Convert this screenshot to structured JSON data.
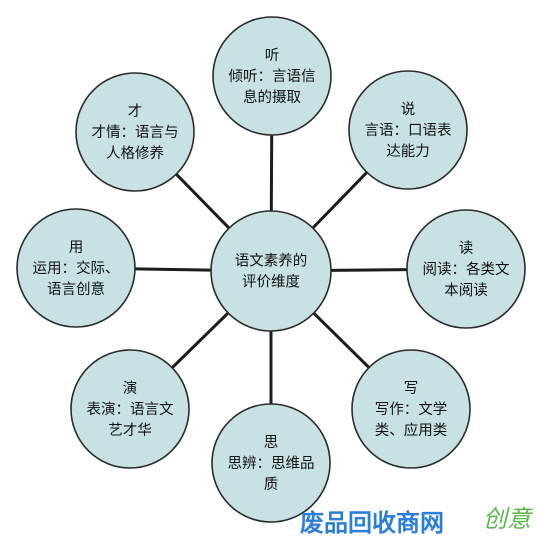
{
  "diagram": {
    "center": {
      "lines": [
        "语文素养的",
        "评价维度"
      ]
    },
    "nodes": [
      {
        "id": "ting",
        "lines": [
          "听",
          "倾听：言语信",
          "息的摄取"
        ]
      },
      {
        "id": "shuo",
        "lines": [
          "说",
          "言语：口语表",
          "达能力"
        ]
      },
      {
        "id": "du",
        "lines": [
          "读",
          "阅读：各类文",
          "本阅读"
        ]
      },
      {
        "id": "xie",
        "lines": [
          "写",
          "写作：文学",
          "类、应用类"
        ]
      },
      {
        "id": "si",
        "lines": [
          "思",
          "思辨：思维品",
          "质"
        ]
      },
      {
        "id": "yan",
        "lines": [
          "演",
          "表演：语言文",
          "艺才华"
        ]
      },
      {
        "id": "yong",
        "lines": [
          "用",
          "运用：交际、",
          "语言创意"
        ]
      },
      {
        "id": "cai",
        "lines": [
          "才",
          "才情：语言与",
          "人格修养"
        ]
      }
    ]
  },
  "watermark": {
    "text_main": "废品回收商网",
    "text_side": "创意"
  },
  "colors": {
    "node_fill": "#c8e2e4",
    "node_stroke": "#2b2b2b",
    "connector": "#1c1c1c",
    "watermark_main": "#2b7fd8",
    "watermark_side": "#5ab84c"
  }
}
